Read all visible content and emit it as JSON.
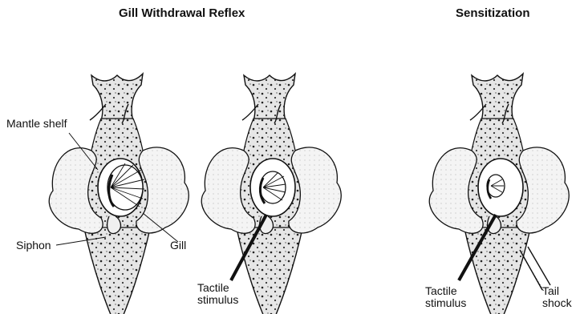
{
  "titles": {
    "left": "Gill Withdrawal Reflex",
    "right": "Sensitization"
  },
  "labels": {
    "mantle_shelf": "Mantle shelf",
    "siphon": "Siphon",
    "gill": "Gill",
    "tactile_stimulus_1": {
      "line1": "Tactile",
      "line2": "stimulus"
    },
    "tactile_stimulus_2": {
      "line1": "Tactile",
      "line2": "stimulus"
    },
    "tail_shock": {
      "line1": "Tail",
      "line2": "shock"
    }
  },
  "colors": {
    "ink": "#111111",
    "body_fill": "#e9e9e9",
    "mantle_fill": "#f6f6f6",
    "background": "#ffffff"
  }
}
